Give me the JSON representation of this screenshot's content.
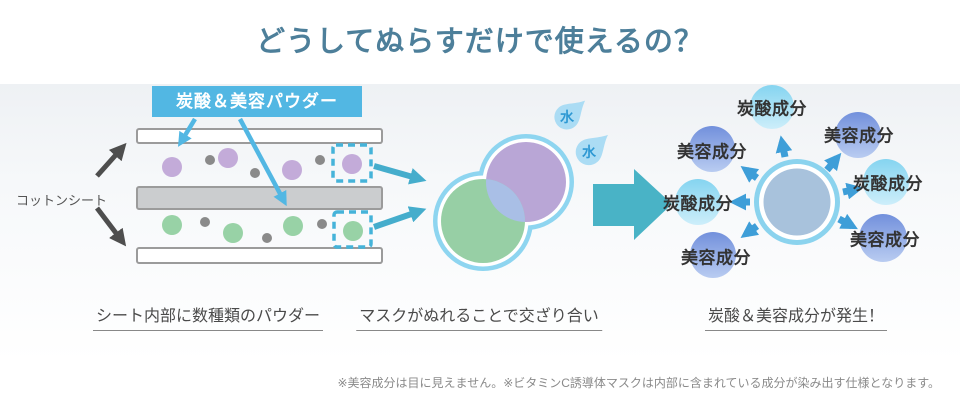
{
  "title": {
    "text": "どうしてぬらすだけで使えるの？",
    "color": "#4d7f9a"
  },
  "sheet_section": {
    "powder_label": "炭酸＆美容パウダー",
    "cotton_label": "コットンシート",
    "caption": "シート内部に数種類のパウダー",
    "colors": {
      "label_bg": "#52b7e3",
      "beauty_powder": "#c3abd9",
      "carbonic_powder": "#98d2a6",
      "other_powder": "#8a8a8a",
      "sheet_border": "#9b9b9b",
      "middle_sheet": "#cbcdcf",
      "dashed_box": "#45b3d9"
    }
  },
  "mix_section": {
    "water_label": "水",
    "caption": "マスクがぬれることで交ざり合い",
    "colors": {
      "beauty_circle": "#b9a6d6",
      "carbonic_circle": "#97cfa5",
      "mixed_overlap": "#a9bfe6",
      "outline": "#8ed5f0",
      "water_drop": "#abdcf4",
      "big_arrow": "#49b3c6"
    }
  },
  "burst_section": {
    "caption": "炭酸＆美容成分が発生！",
    "bubbles": [
      {
        "label": "炭酸成分",
        "position": "top"
      },
      {
        "label": "美容成分",
        "position": "top-left"
      },
      {
        "label": "炭酸成分",
        "position": "left"
      },
      {
        "label": "美容成分",
        "position": "bottom-left"
      },
      {
        "label": "美容成分",
        "position": "top-right"
      },
      {
        "label": "炭酸成分",
        "position": "right"
      },
      {
        "label": "美容成分",
        "position": "bottom-right"
      }
    ],
    "colors": {
      "center_circle": "#a8c2dc",
      "ring": "#8bd3ee",
      "arrow": "#3e9ed8",
      "carbonic_bubble_top": "#85d4f0",
      "carbonic_bubble_bottom": "#cdeefa",
      "beauty_bubble_top": "#7290dc",
      "beauty_bubble_bottom": "#b9ccf1"
    }
  },
  "footnote": "※美容成分は目に見えません。※ビタミンC誘導体マスクは内部に含まれている成分が染み出す仕様となります。"
}
